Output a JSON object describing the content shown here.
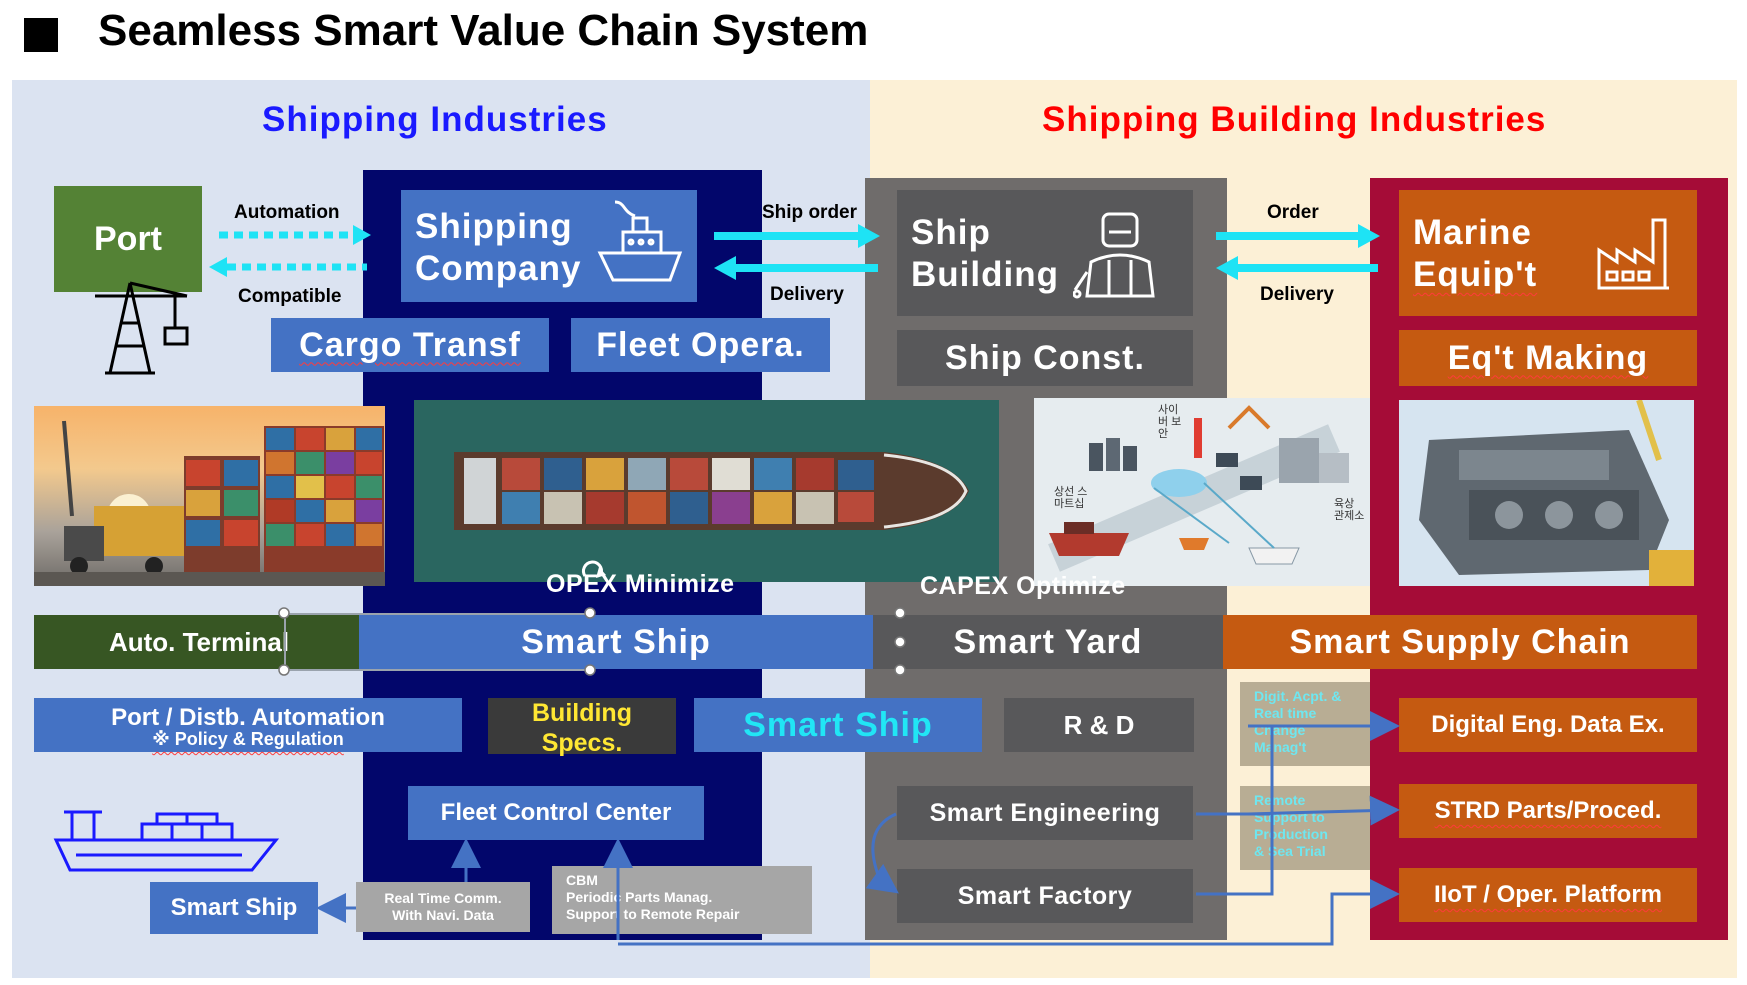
{
  "title": "Seamless Smart Value Chain System",
  "sections": {
    "left": "Shipping Industries",
    "right": "Shipping Building Industries"
  },
  "top_row": {
    "port": "Port",
    "shipping_company": [
      "Shipping",
      "Company"
    ],
    "ship_building": [
      "Ship",
      "Building"
    ],
    "marine_equip": [
      "Marine",
      "Equip't"
    ]
  },
  "arrows": {
    "automation": "Automation",
    "compatible": "Compatible",
    "ship_order": "Ship order",
    "delivery_1": "Delivery",
    "order": "Order",
    "delivery_2": "Delivery"
  },
  "function_row": {
    "cargo": "Cargo Transf",
    "fleet": "Fleet Opera.",
    "ship_const": "Ship Const.",
    "eqt_making": "Eq't Making"
  },
  "korean_labels": {
    "security": "사이버 보안",
    "smart_ship": "상선 스마트십",
    "monitoring": "육상 관제소"
  },
  "mid_labels": {
    "opex": "OPEX Minimize",
    "capex": "CAPEX Optimize"
  },
  "bar_row": {
    "auto_terminal": "Auto. Terminal",
    "smart_ship": "Smart Ship",
    "smart_yard": "Smart Yard",
    "smart_supply": "Smart Supply Chain"
  },
  "lower": {
    "port_auto": "Port / Distb. Automation",
    "policy": "※ Policy & Regulation",
    "building_specs": [
      "Building",
      "Specs."
    ],
    "smart_ship_2": "Smart Ship",
    "rd": "R & D",
    "fleet_center": "Fleet Control Center",
    "smart_ship_3": "Smart Ship",
    "real_time": [
      "Real Time Comm.",
      "With Navi. Data"
    ],
    "cbm": [
      "CBM",
      "Periodic Parts Manag.",
      "Support to Remote Repair"
    ],
    "smart_engineering": "Smart Engineering",
    "smart_factory": "Smart Factory",
    "digital_note": [
      "Digit. Acpt. &",
      "Real time",
      "Change",
      "Manag't"
    ],
    "remote_note": [
      "Remote",
      "Support to",
      "Production",
      "& Sea Trial"
    ],
    "digital_eng": "Digital Eng. Data Ex.",
    "strd": "STRD Parts/Proced.",
    "iiot": "IIoT / Oper. Platform"
  },
  "colors": {
    "navy": "#02066b",
    "blue": "#4472c4",
    "gray": "#6f6c6b",
    "dark_gray": "#58585a",
    "maroon": "#a50c37",
    "orange": "#c55a11",
    "green": "#548235",
    "dark_green": "#375623",
    "cyan": "#1ee3f5",
    "heading_blue": "#1a1aff",
    "heading_red": "#ff0000"
  }
}
